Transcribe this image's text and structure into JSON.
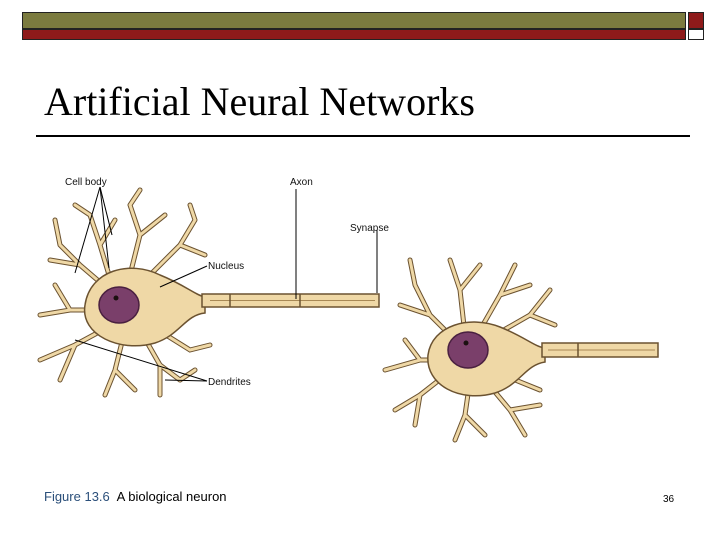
{
  "slide": {
    "title": "Artificial Neural Networks",
    "page_number": "36"
  },
  "figure": {
    "labels": {
      "cell_body": "Cell body",
      "axon": "Axon",
      "synapse": "Synapse",
      "nucleus": "Nucleus",
      "dendrites": "Dendrites"
    },
    "caption_number": "Figure 13.6",
    "caption_text": "A biological neuron"
  },
  "colors": {
    "band_olive": "#7b7b3f",
    "band_red": "#8e1a1a",
    "cell_fill": "#efd8a6",
    "nucleus_fill": "#7a3f6a",
    "caption_number": "#2b4f7a"
  }
}
